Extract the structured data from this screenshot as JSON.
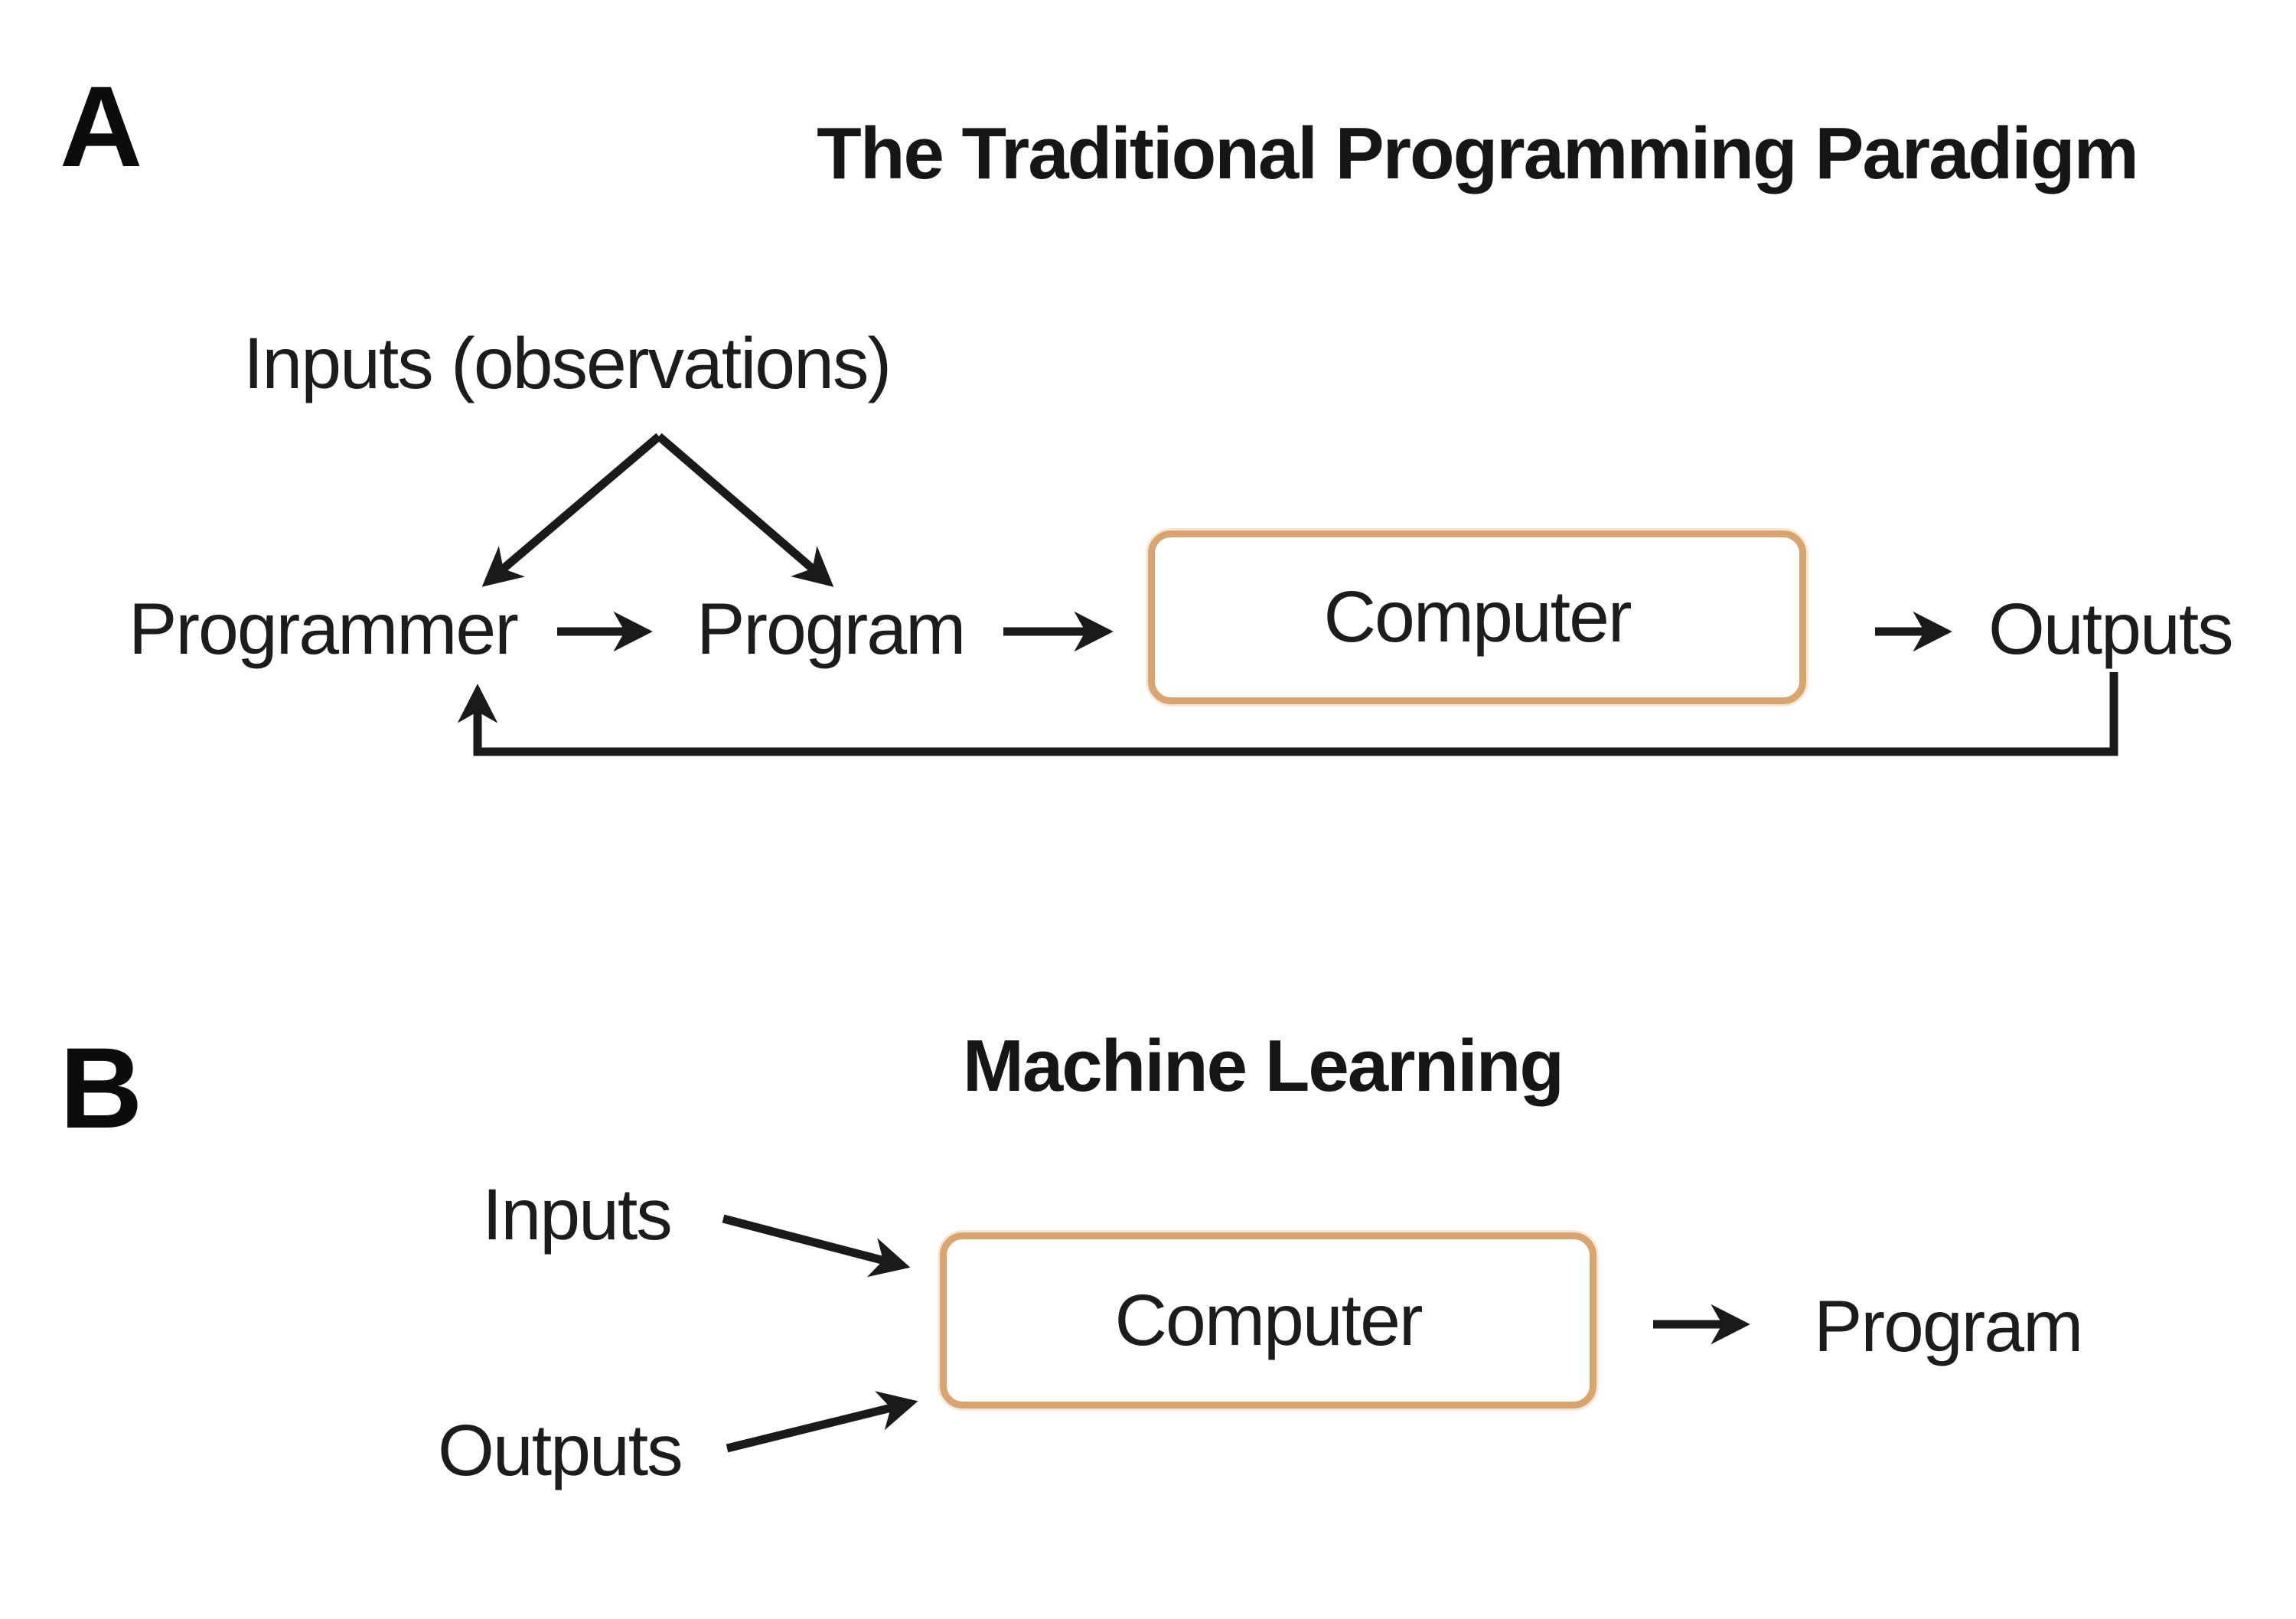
{
  "page": {
    "background": "#ffffff",
    "ink": "#1c1c1c",
    "box_border_color": "#d9a46e"
  },
  "panel_a": {
    "label": "A",
    "title": "The Traditional Programming Paradigm",
    "nodes": {
      "inputs": "Inputs (observations)",
      "programmer": "Programmer",
      "program": "Program",
      "computer": "Computer",
      "outputs": "Outputs"
    },
    "edges": [
      {
        "id": "a-inputs-to-programmer",
        "from": "inputs",
        "to": "programmer",
        "type": "arrow"
      },
      {
        "id": "a-inputs-to-program",
        "from": "inputs",
        "to": "program",
        "type": "arrow"
      },
      {
        "id": "a-programmer-to-program",
        "from": "programmer",
        "to": "program",
        "type": "arrow"
      },
      {
        "id": "a-program-to-computer",
        "from": "program",
        "to": "computer",
        "type": "arrow"
      },
      {
        "id": "a-computer-to-outputs",
        "from": "computer",
        "to": "outputs",
        "type": "arrow"
      },
      {
        "id": "a-outputs-to-programmer",
        "from": "outputs",
        "to": "programmer",
        "type": "feedback-arrow"
      }
    ]
  },
  "panel_b": {
    "label": "B",
    "title": "Machine Learning",
    "nodes": {
      "inputs": "Inputs",
      "outputs": "Outputs",
      "computer": "Computer",
      "program": "Program"
    },
    "edges": [
      {
        "id": "b-inputs-to-computer",
        "from": "inputs",
        "to": "computer",
        "type": "arrow"
      },
      {
        "id": "b-outputs-to-computer",
        "from": "outputs",
        "to": "computer",
        "type": "arrow"
      },
      {
        "id": "b-computer-to-program",
        "from": "computer",
        "to": "program",
        "type": "arrow"
      }
    ]
  }
}
